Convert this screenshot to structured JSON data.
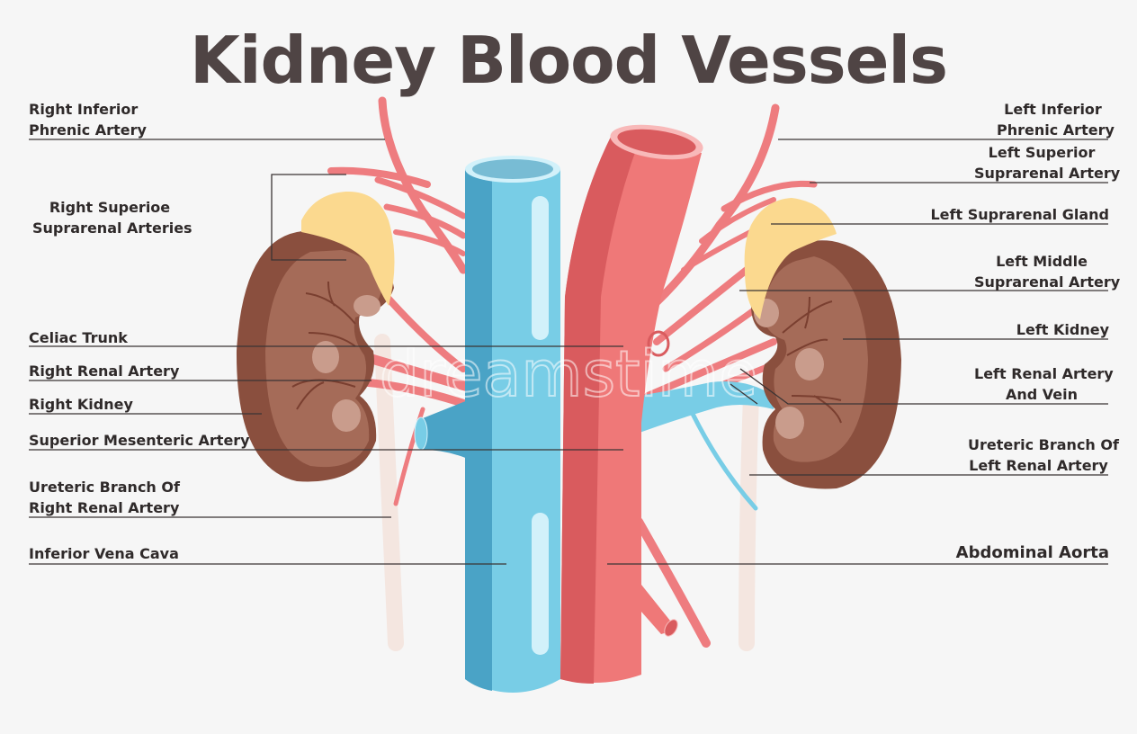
{
  "title": "Kidney Blood Vessels",
  "colors": {
    "background": "#f6f6f6",
    "title_text": "#4f4444",
    "label_text": "#2f2a2a",
    "leader_line": "#3b3434",
    "vena_cava_light": "#78cde6",
    "vena_cava_dark": "#4aa3c6",
    "vena_cava_highlight": "#d2f1fa",
    "aorta_light": "#ef7878",
    "aorta_dark": "#d95b5e",
    "artery_branch": "#ee7c7f",
    "kidney_dark": "#8a4f3e",
    "kidney_light": "#a56b58",
    "kidney_spot": "#c99c8c",
    "adrenal_gland": "#fbd98f",
    "ureter": "#f4e6e0"
  },
  "labels": {
    "left": [
      {
        "id": "right-inferior-phrenic-artery",
        "lines": [
          "Right Inferior",
          "Phrenic Artery"
        ]
      },
      {
        "id": "right-superior-suprarenal-arteries",
        "lines": [
          "Right Superioe",
          "Suprarenal Arteries"
        ]
      },
      {
        "id": "celiac-trunk",
        "lines": [
          "Celiac Trunk"
        ]
      },
      {
        "id": "right-renal-artery",
        "lines": [
          "Right Renal Artery"
        ]
      },
      {
        "id": "right-kidney",
        "lines": [
          "Right Kidney"
        ]
      },
      {
        "id": "superior-mesenteric-artery",
        "lines": [
          "Superior Mesenteric Artery"
        ]
      },
      {
        "id": "ureteric-branch-right",
        "lines": [
          "Ureteric Branch Of",
          "Right Renal Artery"
        ]
      },
      {
        "id": "inferior-vena-cava",
        "lines": [
          "Inferior Vena Cava"
        ]
      }
    ],
    "right": [
      {
        "id": "left-inferior-phrenic-artery",
        "lines": [
          "Left Inferior",
          "Phrenic Artery"
        ]
      },
      {
        "id": "left-superior-suprarenal-artery",
        "lines": [
          "Left Superior",
          "Suprarenal Artery"
        ]
      },
      {
        "id": "left-suprarenal-gland",
        "lines": [
          "Left Suprarenal Gland"
        ]
      },
      {
        "id": "left-middle-suprarenal-artery",
        "lines": [
          "Left Middle",
          "Suprarenal Artery"
        ]
      },
      {
        "id": "left-kidney",
        "lines": [
          "Left Kidney"
        ]
      },
      {
        "id": "left-renal-artery-and-vein",
        "lines": [
          "Left Renal Artery",
          "And Vein"
        ]
      },
      {
        "id": "ureteric-branch-left",
        "lines": [
          "Ureteric Branch Of",
          "Left Renal Artery"
        ]
      },
      {
        "id": "abdominal-aorta",
        "lines": [
          "Abdominal Aorta"
        ]
      }
    ]
  },
  "watermark": "dreamstime"
}
